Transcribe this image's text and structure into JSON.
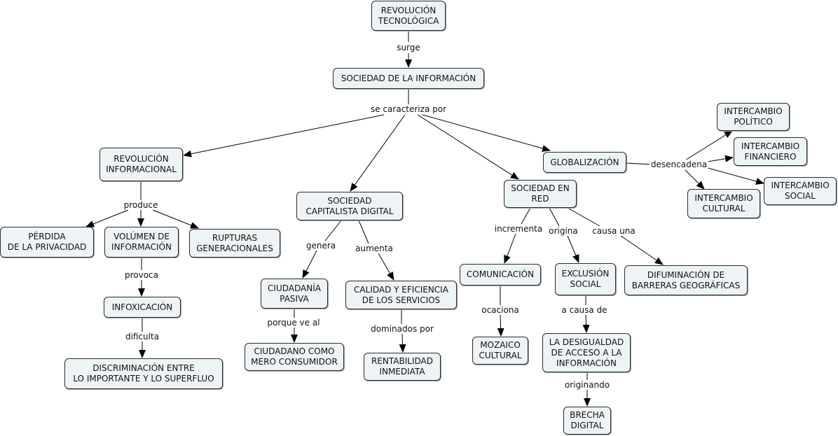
{
  "concepts": {
    "revolucion_tecnologica": "REVOLUCIÓN\nTECNOLÓGICA",
    "sociedad_informacion": "SOCIEDAD DE LA INFORMACIÓN",
    "revolucion_informacional": "REVOLUCIÓN\nINFORMACIONAL",
    "sociedad_capitalista": "SOCIEDAD\nCAPITALISTA DIGITAL",
    "sociedad_red": "SOCIEDAD EN\nRED",
    "globalizacion": "GLOBALIZACIÓN",
    "intercambio_politico": "INTERCAMBIO\nPOLÍTICO",
    "intercambio_financiero": "INTERCAMBIO\nFINANCIERO",
    "intercambio_social": "INTERCAMBIO\nSOCIAL",
    "intercambio_cultural": "INTERCAMBIO\nCULTURAL",
    "perdida_privacidad": "PÉRDIDA\nDE LA PRIVACIDAD",
    "volumen_informacion": "VOLÚMEN DE\nINFORMACIÓN",
    "rupturas_generacionales": "RUPTURAS\nGENERACIONALES",
    "infoxicacion": "INFOXICACIÓN",
    "discriminacion": "DISCRIMINACIÓN ENTRE\nLO IMPORTANTE Y LO SUPERFLUO",
    "ciudadania_pasiva": "CIUDADANÍA\nPASIVA",
    "calidad_eficiencia": "CALIDAD Y EFICIENCIA\nDE LOS SERVICIOS",
    "ciudadano_consumidor": "CIUDADANO COMO\nMERO CONSUMIDOR",
    "rentabilidad": "RENTABILIDAD\nINMEDIATA",
    "comunicacion": "COMUNICACIÓN",
    "exclusion_social": "EXCLUSIÓN\nSOCIAL",
    "difuminacion": "DIFUMINACIÓN DE\nBARRERAS GEOGRÁFICAS",
    "mozaico_cultural": "MOZAICO\nCULTURAL",
    "desigualdad": "LA DESIGUALDAD\nDE ACCESO A LA\nINFORMACIÓN",
    "brecha_digital": "BRECHA\nDIGITAL"
  },
  "links": {
    "surge": "surge",
    "se_caracteriza_por": "se caracteriza por",
    "desencadena": "desencadena",
    "produce": "produce",
    "provoca": "provoca",
    "dificulta": "dificulta",
    "genera": "genera",
    "aumenta": "aumenta",
    "porque_ve_al": "porque ve al",
    "dominados_por": "dominados por",
    "incrementa": "incrementa",
    "origina": "origina",
    "causa_una": "causa una",
    "ocaciona": "ocaciona",
    "a_causa_de": "a causa de",
    "originando": "originando"
  }
}
